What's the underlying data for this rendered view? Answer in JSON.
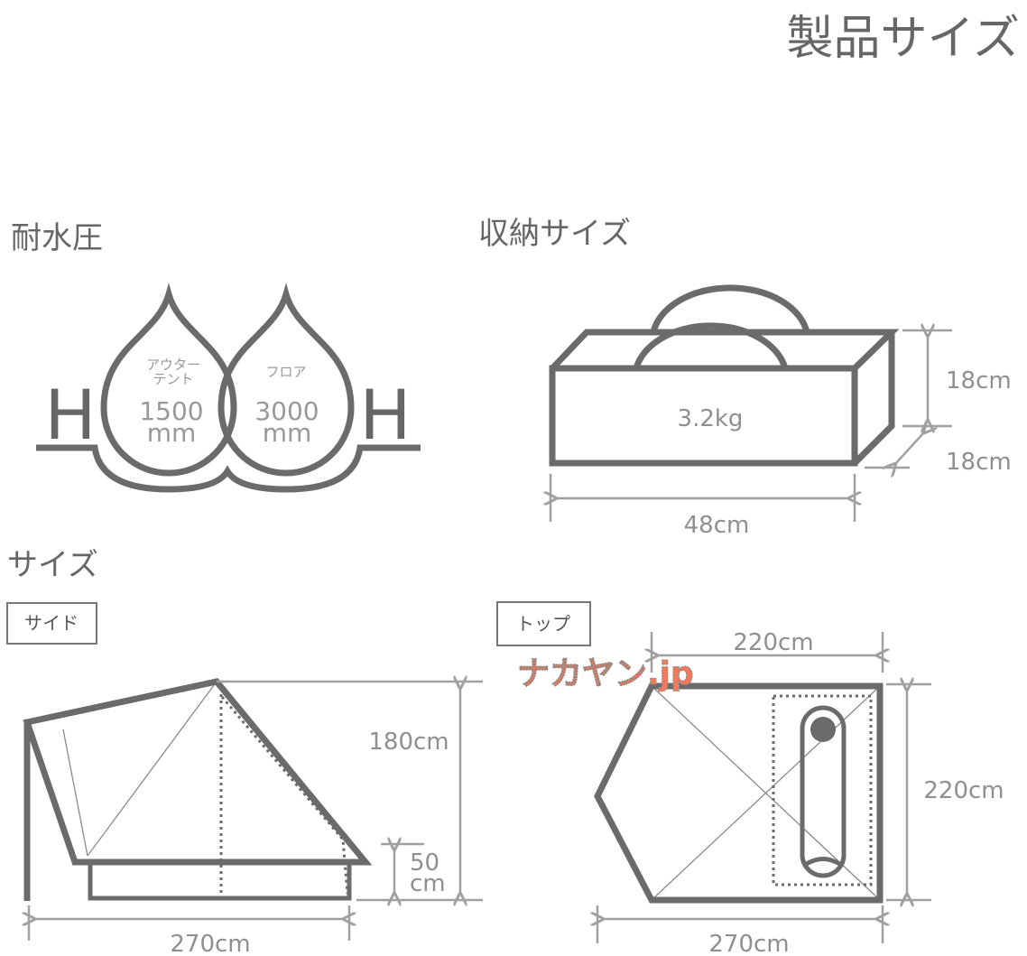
{
  "title": "製品サイズ",
  "water_pressure": {
    "heading": "耐水圧",
    "outer_tent": {
      "label_line1": "アウター",
      "label_line2": "テント",
      "value": "1500",
      "unit": "mm"
    },
    "floor": {
      "label": "フロア",
      "value": "3000",
      "unit": "mm"
    },
    "h_left": "H",
    "h_right": "H"
  },
  "storage": {
    "heading": "収納サイズ",
    "weight": "3.2kg",
    "height": "18cm",
    "depth": "18cm",
    "width": "48cm"
  },
  "size": {
    "heading": "サイズ",
    "side": {
      "label": "サイド",
      "height": "180cm",
      "floor_h_value": "50",
      "floor_h_unit": "cm",
      "length": "270cm"
    },
    "top": {
      "label": "トップ",
      "width_top": "220cm",
      "depth": "220cm",
      "length": "270cm"
    }
  },
  "watermark": "ナカヤン.jp",
  "colors": {
    "line": "#6b6b6b",
    "dimension": "#a0a0a0",
    "watermark": "#f07a5a"
  }
}
